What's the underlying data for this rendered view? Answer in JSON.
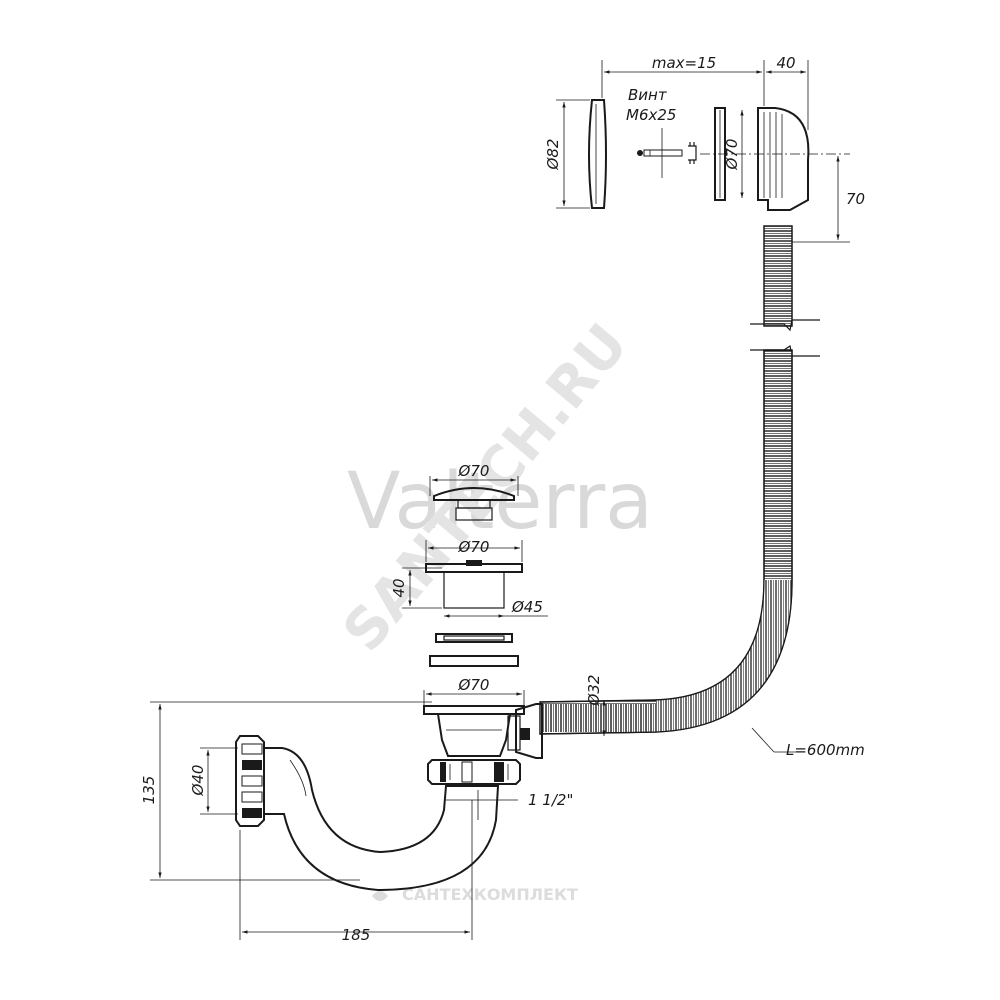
{
  "watermarks": {
    "brand": "Valterra",
    "site": "SANTECH.RU",
    "footer": "САНТЕХКОМПЛЕКТ",
    "colors": {
      "watermark": "#d8d8d8"
    }
  },
  "labels": {
    "max15": "max=15",
    "dim40_top": "40",
    "screw_line1": "Винт",
    "screw_line2": "M6x25",
    "d82": "Ø82",
    "d70_overflow": "Ø70",
    "dim70": "70",
    "d70_plug": "Ø70",
    "d70_flange": "Ø70",
    "dim40_body": "40",
    "d45": "Ø45",
    "d32": "Ø32",
    "d70_lower": "Ø70",
    "d40_trap": "Ø40",
    "dim135": "135",
    "thread": "1 1/2\"",
    "length": "L=600mm",
    "dim185": "185"
  },
  "colors": {
    "line": "#1a1a1a",
    "fill_dark": "#2a2a2a",
    "fill_light": "#ffffff"
  }
}
